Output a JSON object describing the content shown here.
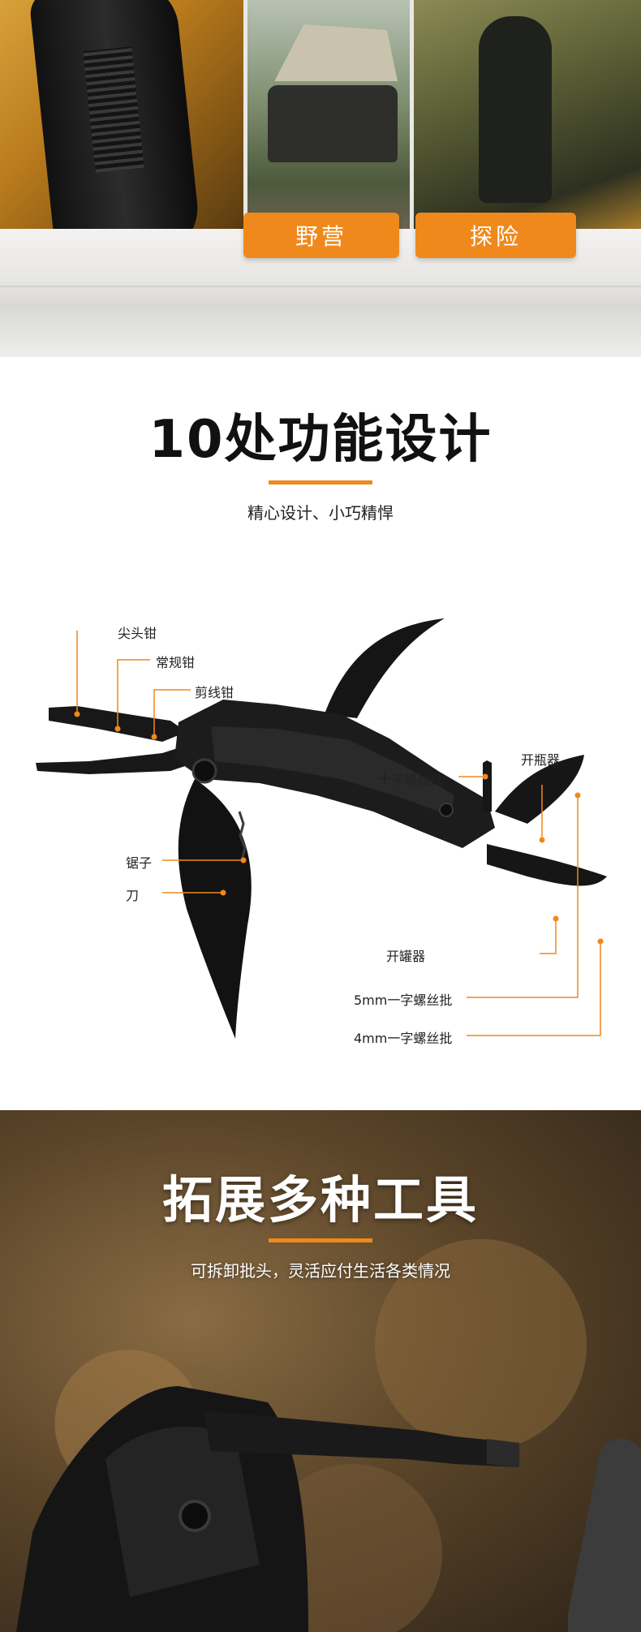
{
  "hero": {
    "tags": [
      "野营",
      "探险"
    ]
  },
  "functions": {
    "title": "10处功能设计",
    "subtitle": "精心设计、小巧精悍",
    "labels": {
      "needle_nose": "尖头钳",
      "regular_pliers": "常规钳",
      "wire_cutter": "剪线钳",
      "saw": "锯子",
      "knife": "刀",
      "phillips": "十字螺丝批",
      "bottle_opener": "开瓶器",
      "can_opener": "开罐器",
      "flat_5mm": "5mm一字螺丝批",
      "flat_4mm": "4mm一字螺丝批"
    }
  },
  "extend": {
    "title": "拓展多种工具",
    "subtitle": "可拆卸批头，灵活应付生活各类情况"
  },
  "colors": {
    "accent": "#f0891c",
    "text_dark": "#111111"
  }
}
